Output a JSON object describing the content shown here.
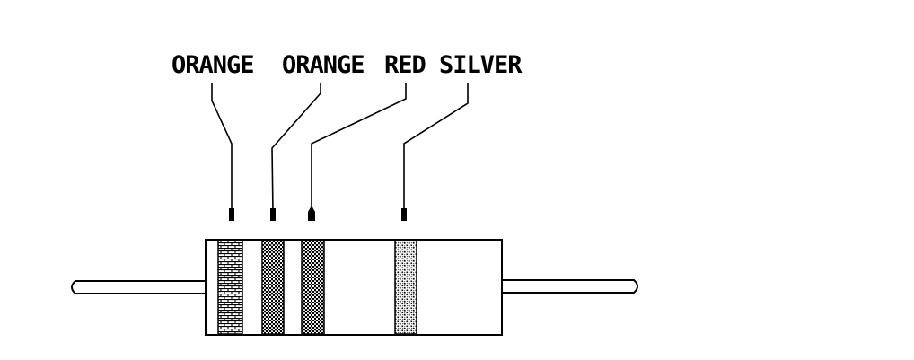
{
  "diagram": {
    "bands": [
      {
        "label": "ORANGE",
        "pattern": "brick"
      },
      {
        "label": "ORANGE",
        "pattern": "dense"
      },
      {
        "label": "RED",
        "pattern": "dense"
      },
      {
        "label": "SILVER",
        "pattern": "stipple"
      }
    ],
    "colors": {
      "ink": "#000000",
      "background": "#ffffff"
    }
  }
}
